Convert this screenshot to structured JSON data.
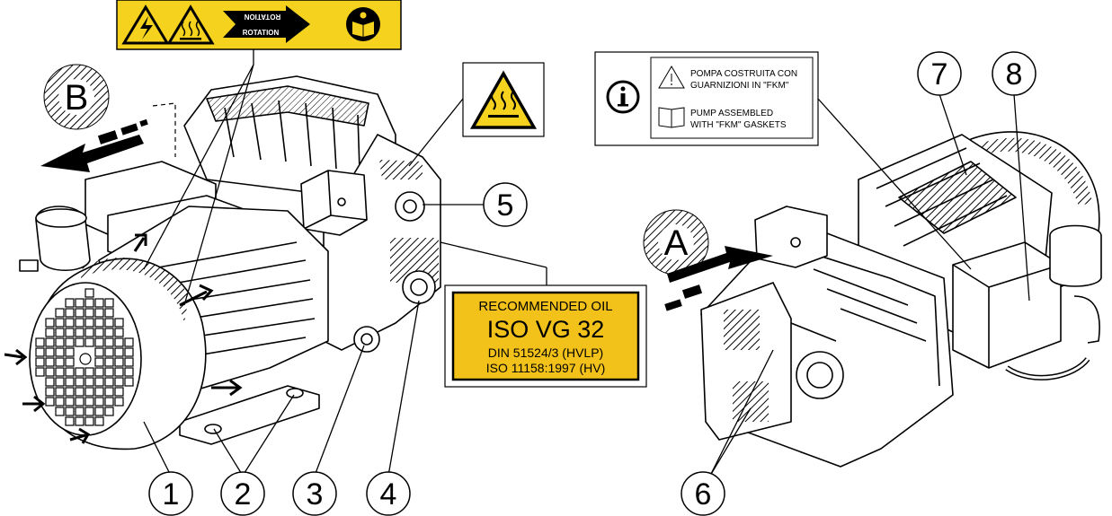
{
  "callouts": {
    "c1": "1",
    "c2": "2",
    "c3": "3",
    "c4": "4",
    "c5": "5",
    "c6": "6",
    "c7": "7",
    "c8": "8"
  },
  "views": {
    "b": "B",
    "a": "A"
  },
  "rotation_label": {
    "mirrored_text": "ROTATION",
    "text": "ROTATION"
  },
  "oil_label": {
    "line1": "RECOMMENDED OIL",
    "line2": "ISO VG 32",
    "line3": "DIN 51524/3 (HVLP)",
    "line4": "ISO 11158:1997 (HV)"
  },
  "gasket_label": {
    "line1": "POMPA COSTRUITA CON",
    "line2": "GUARNIZIONI IN \"FKM\"",
    "line3": "PUMP ASSEMBLED",
    "line4": "WITH \"FKM\" GASKETS"
  },
  "colors": {
    "label_yellow": "#f5d21e",
    "oil_yellow": "#f3c21a",
    "ink": "#000000"
  }
}
